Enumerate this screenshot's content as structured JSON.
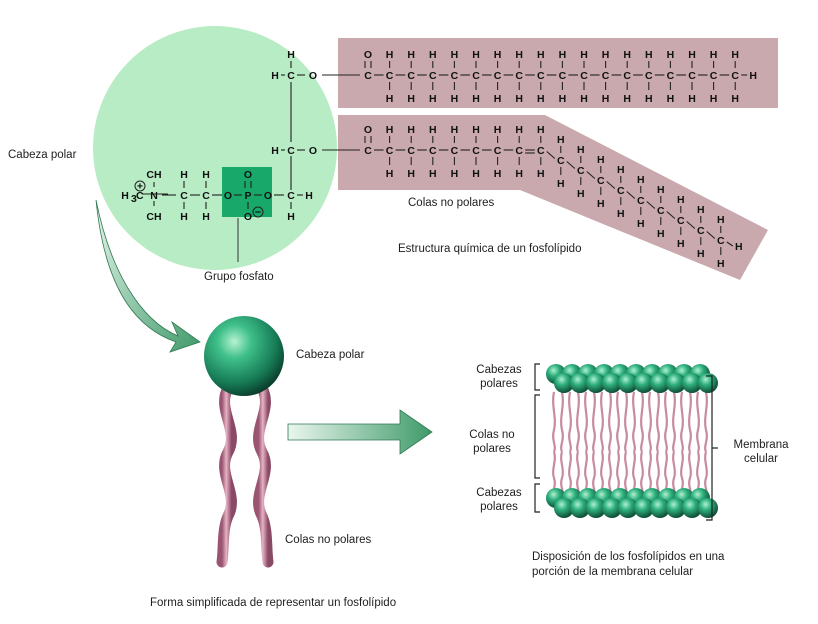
{
  "labels": {
    "cabeza_polar_left": "Cabeza polar",
    "grupo_fosfato": "Grupo fosfato",
    "colas_no_polares_top": "Colas no polares",
    "estructura_quimica": "Estructura química de un fosfolípido",
    "cabeza_polar_simple": "Cabeza polar",
    "colas_no_polares_simple": "Colas no polares",
    "forma_simplificada": "Forma simplificada de representar un fosfolípido",
    "cabezas_polares_top": "Cabezas polares",
    "colas_no_polares_membrane": "Colas no polares",
    "cabezas_polares_bottom": "Cabezas polares",
    "membrana_celular": "Membrana celular",
    "disposicion_line1": "Disposición de los fosfolípidos en una",
    "disposicion_line2": "porción de la membrana celular"
  },
  "chem": {
    "H": "H",
    "C": "C",
    "O": "O",
    "P": "P",
    "N": "N",
    "CH3": "CH",
    "sub3": "3",
    "H3C": "H",
    "plus": "+",
    "minus": "−"
  },
  "colors": {
    "head_circle": "#b8ecc4",
    "phosphate_box": "#18a86a",
    "tail_band": "#c9a9ad",
    "sphere": "#1f9a6c",
    "tail_pink": "#c88aa0",
    "arrow": "#4a9e70"
  }
}
